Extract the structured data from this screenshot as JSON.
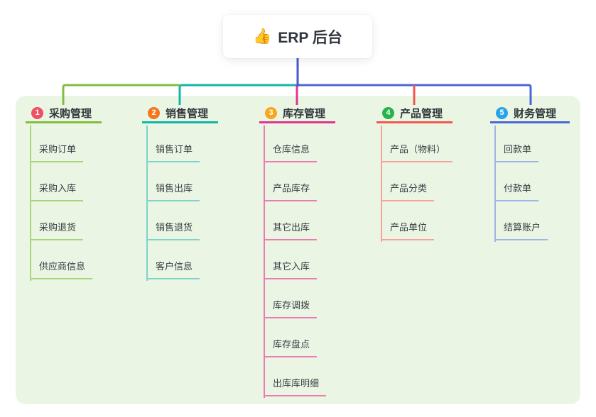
{
  "root": {
    "icon": "👍",
    "label": "ERP 后台"
  },
  "branches": [
    {
      "badge": "1",
      "label": "采购管理",
      "color": "#82bd41",
      "light": "#a9d37d",
      "badge_color": "#ee5064",
      "children": [
        "采购订单",
        "采购入库",
        "采购退货",
        "供应商信息"
      ]
    },
    {
      "badge": "2",
      "label": "销售管理",
      "color": "#12b5ab",
      "light": "#7cd4ca",
      "badge_color": "#f5761e",
      "children": [
        "销售订单",
        "销售出库",
        "销售退货",
        "客户信息"
      ]
    },
    {
      "badge": "3",
      "label": "库存管理",
      "color": "#e0348f",
      "light": "#ee7ab2",
      "badge_color": "#f9a61c",
      "children": [
        "仓库信息",
        "产品库存",
        "其它出库",
        "其它入库",
        "库存调拨",
        "库存盘点",
        "出库库明细"
      ]
    },
    {
      "badge": "4",
      "label": "产品管理",
      "color": "#f4564e",
      "light": "#f8a09a",
      "badge_color": "#27b34c",
      "children": [
        "产品（物料）",
        "产品分类",
        "产品单位"
      ]
    },
    {
      "badge": "5",
      "label": "财务管理",
      "color": "#4a66d8",
      "light": "#9db4e6",
      "badge_color": "#28a4e9",
      "children": [
        "回款单",
        "付款单",
        "结算账户"
      ]
    }
  ],
  "colors": {
    "panel_bg": "#eaf6e3",
    "root_line": "#4857d2",
    "text": "#30363d"
  }
}
